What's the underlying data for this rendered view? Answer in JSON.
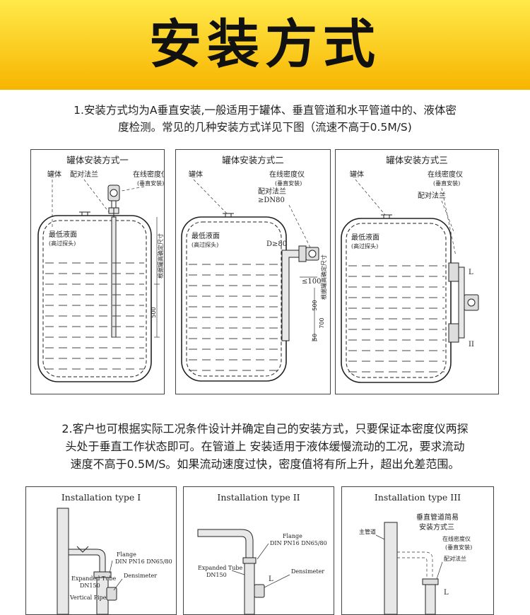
{
  "header": {
    "title": "安装方式"
  },
  "intro": {
    "line1": "1.安装方式均为A垂直安装,一般适用于罐体、垂直管道和水平管道中的、液体密",
    "line2": "度检测。常见的几种安装方式详见下图（流速不高于0.5M/S)"
  },
  "tank_panels": [
    {
      "title": "罐体安装方式一",
      "tank": "罐体",
      "flange": "配对法兰",
      "meter": "在线密度仪",
      "meter_note": "(垂直安装)",
      "min_level": "最低液面",
      "min_level_note": "(高过探头)",
      "dim_500": "500",
      "vertical_note": "根据罐高确定尺寸"
    },
    {
      "title": "罐体安装方式二",
      "tank": "罐体",
      "meter": "在线密度仪",
      "meter_note": "(垂直安装)",
      "flange": "配对法兰",
      "dn": "≥DN80",
      "min_level": "最低液面",
      "min_level_note": "(高过探头)",
      "d_label": "D≥80",
      "le_label": "≤100",
      "dim_500": "500",
      "dim_700": "700",
      "dim_50": "50",
      "vertical_note": "根据罐高确定尺寸"
    },
    {
      "title": "罐体安装方式三",
      "tank": "罐体",
      "meter": "在线密度仪",
      "meter_note": "(垂直安装)",
      "flange": "配对法兰",
      "min_level": "最低液面",
      "min_level_note": "(高过探头)",
      "l_label": "L",
      "ii_label": "II"
    }
  ],
  "note2": {
    "line1": "2.客户也可根据实际工况条件设计并确定自己的安装方式，只要保证本密度仪两探",
    "line2": "头处于垂直工作状态即可。在管道上 安装适用于液体缓慢流动的工况，要求流动",
    "line3": "速度不高于0.5M/S。如果流动速度过快，密度值将有所上升，超出允差范围。"
  },
  "pipe_panels": [
    {
      "title": "Installation type  I",
      "flange": "Flange",
      "flange_spec": "DIN PN16 DN65/80",
      "densimeter": "Densimeter",
      "expanded": "Expanded Tube",
      "expanded_dn": "DN150",
      "vertical_pipe": "Vertical Pipe"
    },
    {
      "title": "Installation type  II",
      "flange": "Flange",
      "flange_spec": "DIN PN16 DN65/80",
      "expanded": "Expanded Tube",
      "expanded_dn": "DN150",
      "densimeter": "Densimeter",
      "l_label": "L"
    },
    {
      "title": "Installation type  III",
      "heading1": "垂直管道简易",
      "heading2": "安装方式三",
      "main_pipe": "主管道",
      "meter": "在线密度仪",
      "meter_note": "(垂直安装)",
      "flange": "配对法兰",
      "l_label": "L"
    }
  ]
}
